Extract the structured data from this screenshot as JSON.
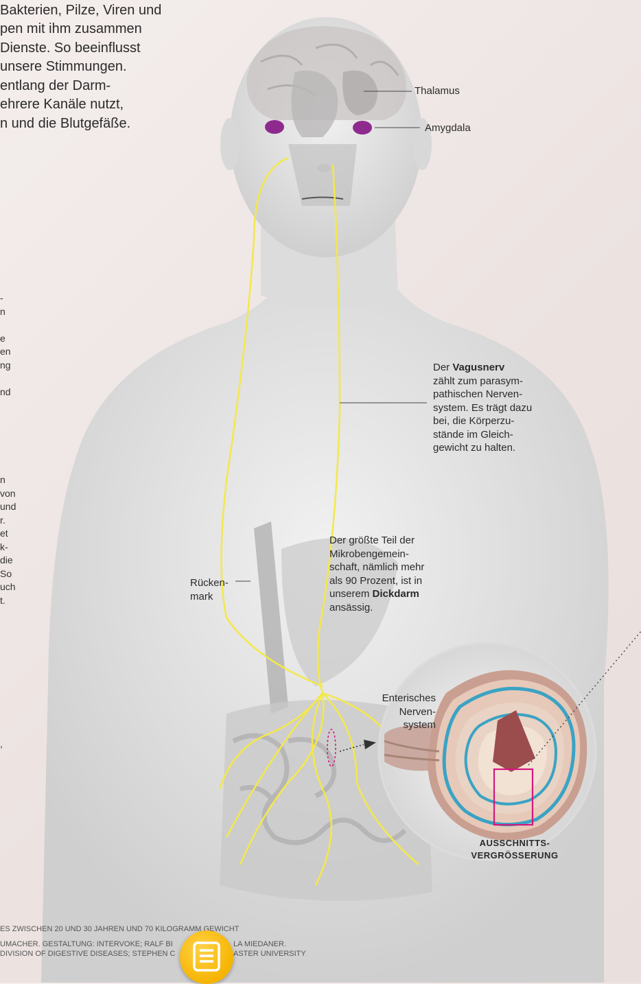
{
  "intro": {
    "lines": [
      "Bakterien, Pilze, Viren und",
      "pen mit ihm zusammen",
      "Dienste. So beeinflusst",
      "unsere Stimmungen.",
      "entlang der Darm-",
      "ehrere Kanäle nutzt,",
      "n und die Blutgefäße."
    ]
  },
  "left_fragments": {
    "a": [
      "-",
      "n",
      "",
      "e",
      "en",
      "ng",
      "",
      "nd"
    ],
    "b": [
      "n",
      "von",
      "und",
      "r.",
      "et",
      "k-",
      "die",
      "So",
      "uch",
      "t."
    ],
    "c": [
      ","
    ]
  },
  "labels": {
    "thalamus": "Thalamus",
    "amygdala": "Amygdala",
    "ruckenmark_1": "Rücken-",
    "ruckenmark_2": "mark",
    "enteric_1": "Enterisches",
    "enteric_2": "Nerven-",
    "enteric_3": "system",
    "magnify_1": "AUSSCHNITTS-",
    "magnify_2": "VERGRÖSSERUNG"
  },
  "vagus": {
    "pre": "Der",
    "bold": "Vagusnerv",
    "lines": [
      "zählt zum parasym-",
      "pathischen Nerven-",
      "system. Es trägt dazu",
      "bei, die Körperzu-",
      "stände im Gleich-",
      "gewicht zu halten."
    ]
  },
  "colon": {
    "lines": [
      "Der größte Teil der",
      "Mikrobengemein-",
      "schaft, nämlich mehr",
      "als 90 Prozent, ist in"
    ],
    "pre": "unserem",
    "bold": "Dickdarm",
    "last": "ansässig."
  },
  "credits": {
    "line1": "ES ZWISCHEN 20 UND 30 JAHREN UND 70 KILOGRAMM GEWICHT",
    "line2": "UMACHER. GESTALTUNG: INTERVOKE; RALF BI",
    "line2b": "LA MIEDANER.",
    "line3": "DIVISION OF DIGESTIVE DISEASES; STEPHEN C",
    "line3b": "ASTER UNIVERSITY"
  },
  "colors": {
    "nerve": "#f4e84a",
    "amygdala": "#8e2a8e",
    "highlight": "#d4177d",
    "mucosa_ring": "#3aa3c4",
    "fab": "#f6b400"
  },
  "icons": {
    "fab": "document-icon"
  }
}
